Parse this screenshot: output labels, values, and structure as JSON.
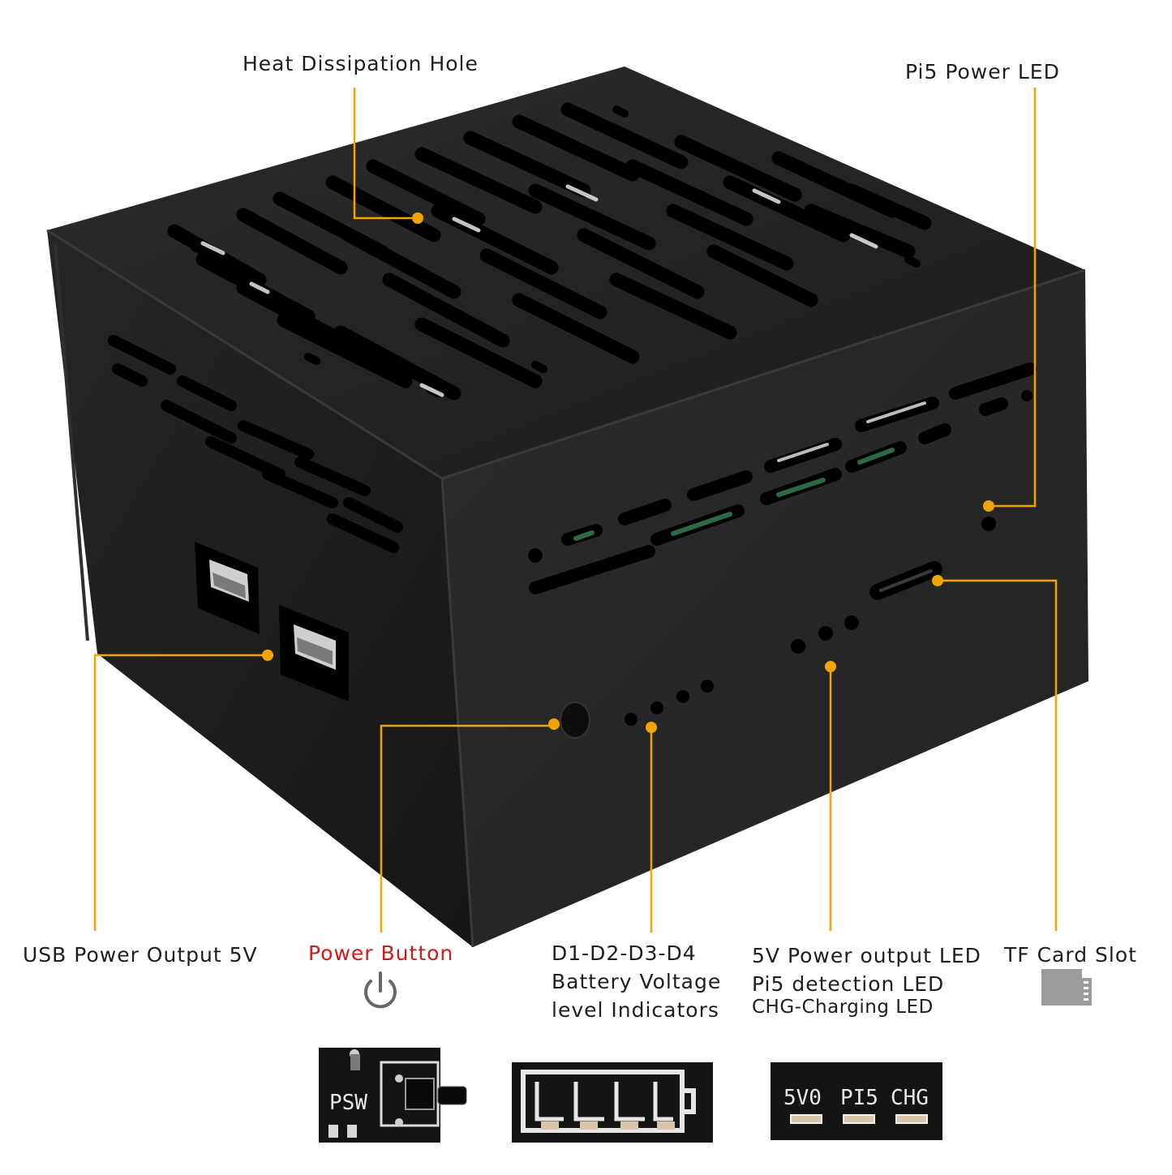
{
  "labels": {
    "heat_hole": "Heat Dissipation Hole",
    "pi5_led": "Pi5 Power LED",
    "usb_output": "USB Power Output 5V",
    "power_button": "Power Button",
    "battery_line1": "D1-D2-D3-D4",
    "battery_line2": "Battery Voltage",
    "battery_line3": "level Indicators",
    "led_line1": "5V Power output LED",
    "led_line2": "Pi5 detection LED",
    "led_line3": "CHG-Charging LED",
    "tf_slot": "TF Card Slot"
  },
  "pcb": {
    "switch_label": "PSW",
    "led_labels": [
      "5V0",
      "PI5",
      "CHG"
    ]
  },
  "icons": [
    "power-icon",
    "microsd-card-icon"
  ],
  "colors": {
    "callout": "#f0a500",
    "case": "#1f1f1f",
    "power_button_label": "#d11a1a"
  }
}
